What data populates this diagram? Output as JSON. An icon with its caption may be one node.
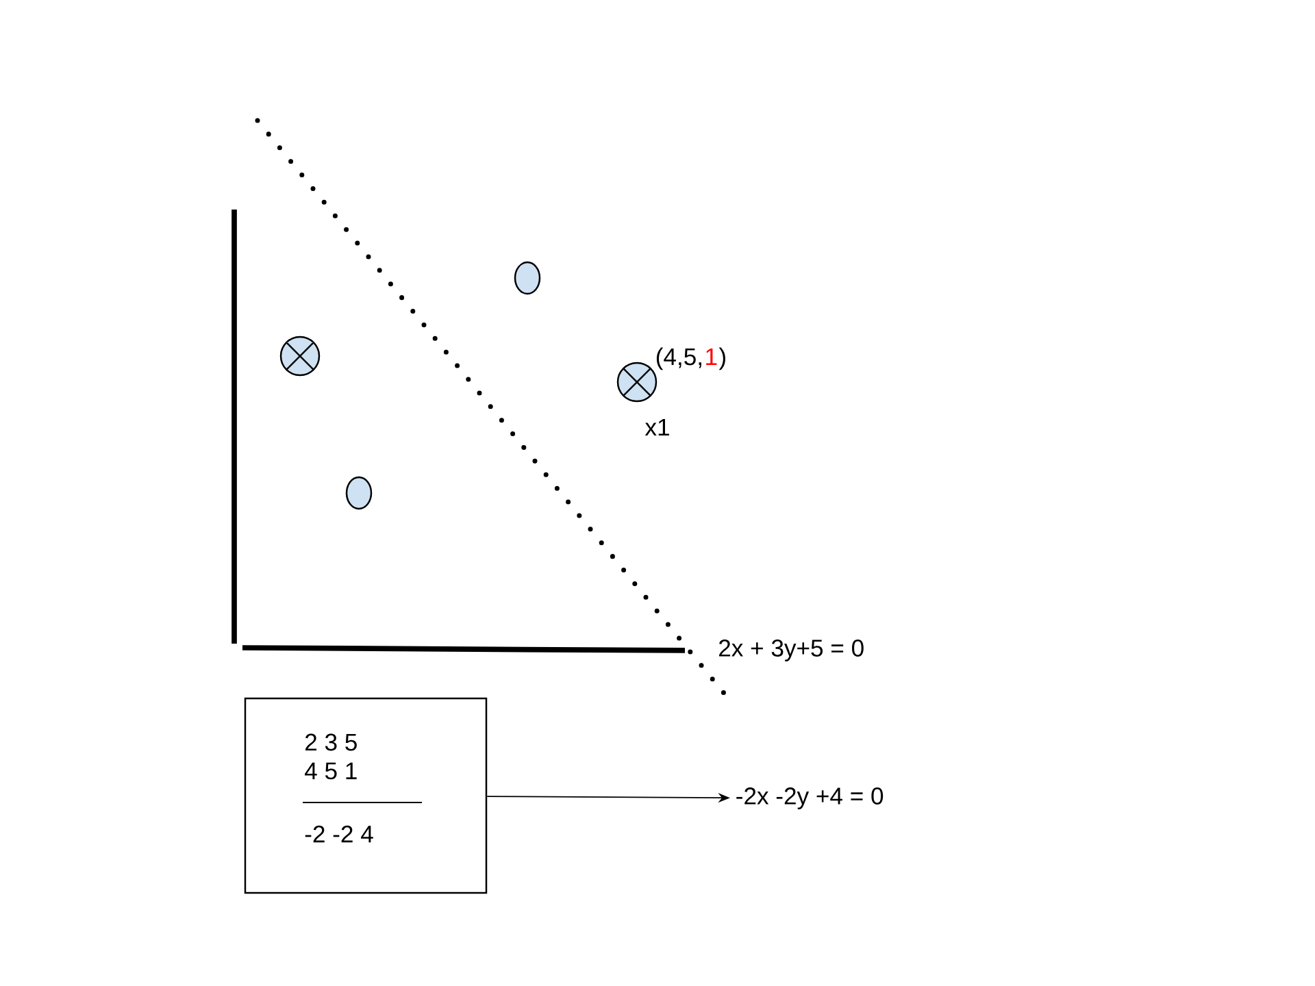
{
  "diagram": {
    "nodes": [
      {
        "text": [
          "2 3 5",
          "4 5 1",
          "-2 -2 4"
        ]
      },
      {
        "text": [
          "-2x -2y +4 = 0"
        ]
      }
    ],
    "edges": [
      {
        "from": 0,
        "to": 1,
        "arrow": "to"
      }
    ],
    "labels": [
      "2x + 3y+5 = 0",
      "(4,5,",
      "1",
      ")",
      "x1"
    ]
  }
}
